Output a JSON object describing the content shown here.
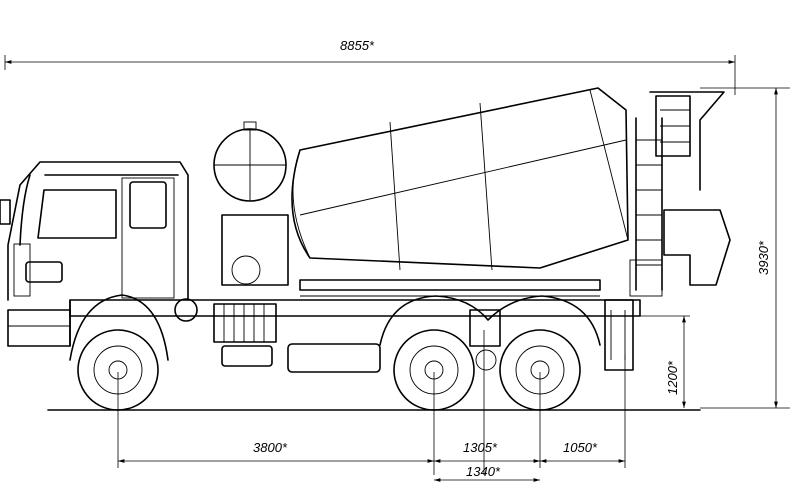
{
  "dimensions": {
    "overall_length": "8855*",
    "overall_height": "3930*",
    "frame_height": "1200*",
    "wheelbase_front": "3800*",
    "rear_axle_spacing": "1305*",
    "rear_axle_group": "1340*",
    "rear_overhang": "1050*"
  }
}
